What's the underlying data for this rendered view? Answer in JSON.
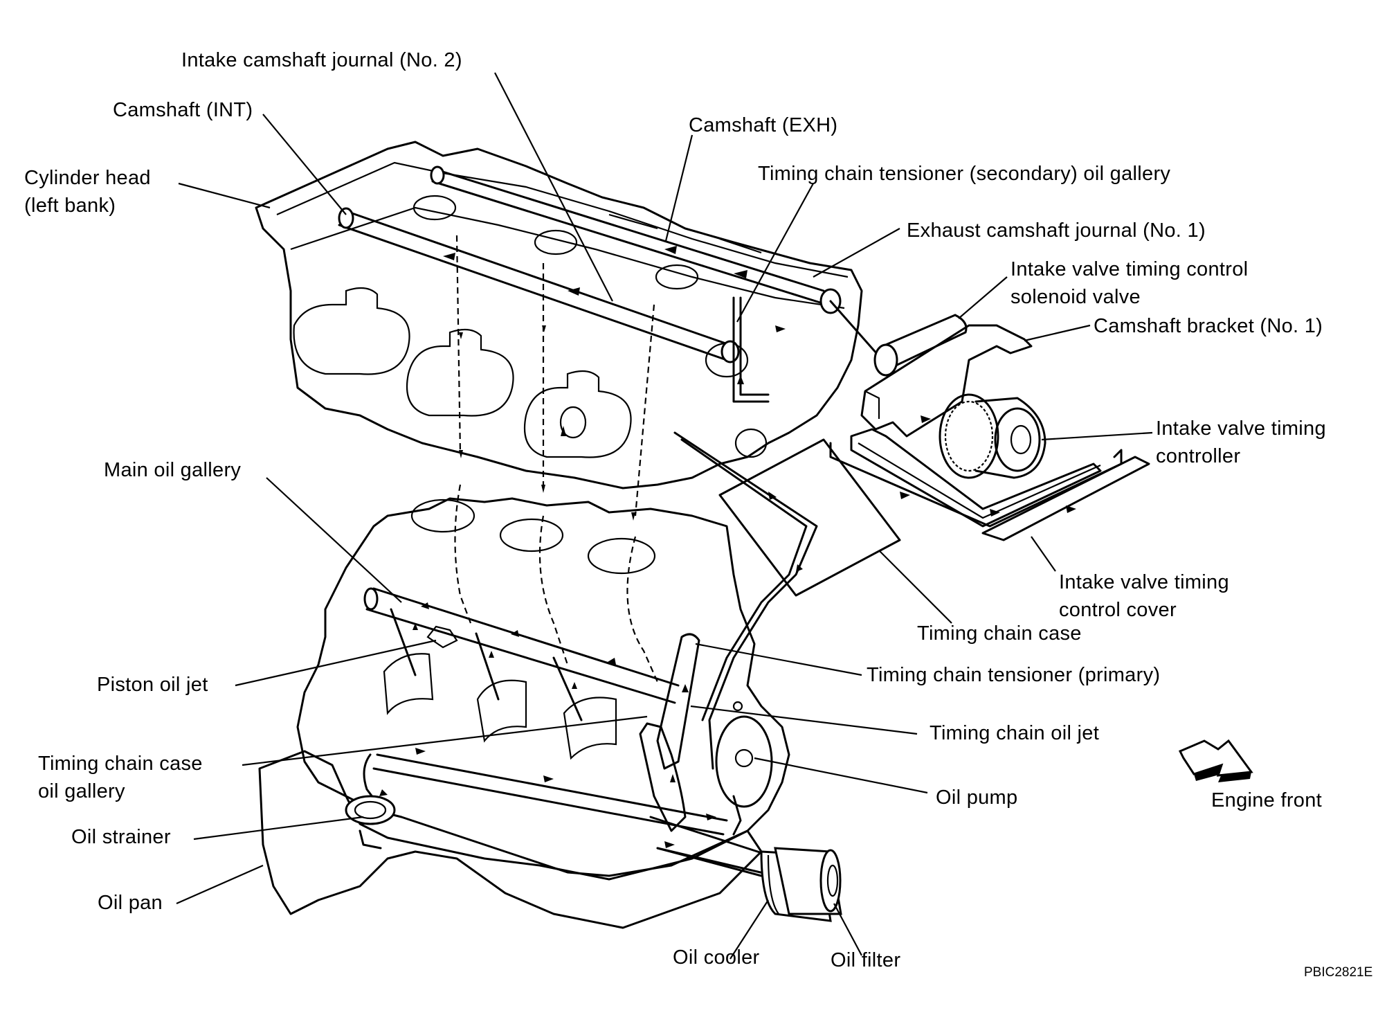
{
  "labels": {
    "intake_camshaft_journal_no2": "Intake camshaft journal (No. 2)",
    "camshaft_int": "Camshaft (INT)",
    "camshaft_exh": "Camshaft (EXH)",
    "cylinder_head_line1": "Cylinder head",
    "cylinder_head_line2": "(left bank)",
    "tct_secondary_oil_gallery": "Timing chain tensioner (secondary) oil gallery",
    "exhaust_camshaft_journal_no1": "Exhaust camshaft journal (No. 1)",
    "ivtc_solenoid_line1": "Intake valve timing control",
    "ivtc_solenoid_line2": "solenoid valve",
    "camshaft_bracket_no1": "Camshaft bracket (No. 1)",
    "ivt_controller_line1": "Intake valve timing",
    "ivt_controller_line2": "controller",
    "main_oil_gallery": "Main oil gallery",
    "ivtc_cover_line1": "Intake valve timing",
    "ivtc_cover_line2": "control cover",
    "timing_chain_case": "Timing chain case",
    "tct_primary": "Timing chain tensioner (primary)",
    "piston_oil_jet": "Piston oil jet",
    "timing_chain_oil_jet": "Timing chain oil jet",
    "tcc_oil_gallery_line1": "Timing chain case",
    "tcc_oil_gallery_line2": "oil gallery",
    "oil_pump": "Oil pump",
    "engine_front": "Engine front",
    "oil_strainer": "Oil strainer",
    "oil_pan": "Oil pan",
    "oil_cooler": "Oil cooler",
    "oil_filter": "Oil filter"
  },
  "figure_code": "PBIC2821E"
}
